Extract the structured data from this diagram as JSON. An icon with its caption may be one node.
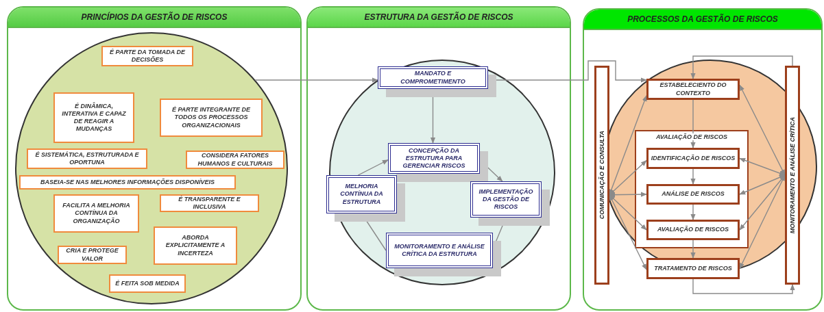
{
  "diagram": {
    "nodes": [
      {
        "text": [
          "PRINCÍPIOS DA GESTÃO DE RISCOS"
        ]
      },
      {
        "text": [
          "É PARTE DA TOMADA DE DECISÕES"
        ],
        "in": 0
      },
      {
        "text": [
          "É DINÂMICA, INTERATIVA E CAPAZ DE REAGIR A MUDANÇAS"
        ],
        "in": 0
      },
      {
        "text": [
          "É PARTE INTEGRANTE DE TODOS OS PROCESSOS ORGANIZACIONAIS"
        ],
        "in": 0
      },
      {
        "text": [
          "É SISTEMÁTICA, ESTRUTURADA E OPORTUNA"
        ],
        "in": 0
      },
      {
        "text": [
          "CONSIDERA FATORES HUMANOS E CULTURAIS"
        ],
        "in": 0
      },
      {
        "text": [
          "BASEIA-SE NAS MELHORES INFORMAÇÕES DISPONÍVEIS"
        ],
        "in": 0
      },
      {
        "text": [
          "FACILITA A MELHORIA CONTÍNUA DA ORGANIZAÇÃO"
        ],
        "in": 0
      },
      {
        "text": [
          "É TRANSPARENTE E INCLUSIVA"
        ],
        "in": 0
      },
      {
        "text": [
          "ABORDA EXPLICITAMENTE A INCERTEZA"
        ],
        "in": 0
      },
      {
        "text": [
          "CRIA E PROTEGE VALOR"
        ],
        "in": 0
      },
      {
        "text": [
          "É FEITA SOB MEDIDA"
        ],
        "in": 0
      },
      {
        "text": [
          "ESTRUTURA DA GESTÃO DE RISCOS"
        ]
      },
      {
        "text": [
          "MANDATO E COMPROMETIMENTO"
        ],
        "in": 12
      },
      {
        "text": [
          "CONCEPÇÃO DA ESTRUTURA PARA GERENCIAR RISCOS"
        ],
        "in": 12
      },
      {
        "text": [
          "IMPLEMENTAÇÃO DA GESTÃO DE RISCOS"
        ],
        "in": 12
      },
      {
        "text": [
          "MONITORAMENTO E ANÁLISE CRÍTICA DA ESTRUTURA"
        ],
        "in": 12
      },
      {
        "text": [
          "MELHORIA CONTÍNUA DA ESTRUTURA"
        ],
        "in": 12
      },
      {
        "text": [
          "PROCESSOS DA GESTÃO DE RISCOS"
        ]
      },
      {
        "text": [
          "COMUNICAÇÃO E CONSULTA"
        ],
        "in": 18
      },
      {
        "text": [
          "ESTABELECIENTO DO CONTEXTO"
        ],
        "in": 18
      },
      {
        "text": [
          "AVALIAÇÃO DE RISCOS"
        ],
        "in": 18
      },
      {
        "text": [
          "IDENTIFICAÇÃO DE RISCOS"
        ],
        "in": 21
      },
      {
        "text": [
          "ANÁLISE DE RISCOS"
        ],
        "in": 21
      },
      {
        "text": [
          "AVALIAÇÃO DE RISCOS"
        ],
        "in": 21
      },
      {
        "text": [
          "TRATAMENTO DE RISCOS"
        ],
        "in": 18
      },
      {
        "text": [
          "MONITORAMENTO E ANÁLISE CRÍTICA"
        ],
        "in": 18
      }
    ],
    "edges": [
      {
        "from": null,
        "to": 13,
        "arrow": "to"
      },
      {
        "from": 13,
        "to": 20,
        "arrow": "both"
      },
      {
        "from": 13,
        "to": 14,
        "arrow": "both"
      },
      {
        "from": 14,
        "to": 15,
        "arrow": "to"
      },
      {
        "from": 15,
        "to": 16,
        "arrow": "to"
      },
      {
        "from": 16,
        "to": 17,
        "arrow": "to"
      },
      {
        "from": 17,
        "to": 14,
        "arrow": "to"
      },
      {
        "from": 20,
        "to": 22,
        "arrow": "to"
      },
      {
        "from": 22,
        "to": 23,
        "arrow": "to"
      },
      {
        "from": 23,
        "to": 24,
        "arrow": "to"
      },
      {
        "from": 24,
        "to": 25,
        "arrow": "to"
      },
      {
        "from": 25,
        "to": 26,
        "arrow": "to"
      },
      {
        "from": 26,
        "to": 20,
        "arrow": "to"
      },
      {
        "from": 19,
        "to": 20,
        "arrow": "both"
      },
      {
        "from": 19,
        "to": 22,
        "arrow": "both"
      },
      {
        "from": 19,
        "to": 23,
        "arrow": "both"
      },
      {
        "from": 19,
        "to": 24,
        "arrow": "both"
      },
      {
        "from": 19,
        "to": 25,
        "arrow": "both"
      },
      {
        "from": 26,
        "to": 20,
        "arrow": "both"
      },
      {
        "from": 26,
        "to": 22,
        "arrow": "both"
      },
      {
        "from": 26,
        "to": 23,
        "arrow": "both"
      },
      {
        "from": 26,
        "to": 24,
        "arrow": "both"
      },
      {
        "from": 26,
        "to": 25,
        "arrow": "both"
      }
    ]
  }
}
